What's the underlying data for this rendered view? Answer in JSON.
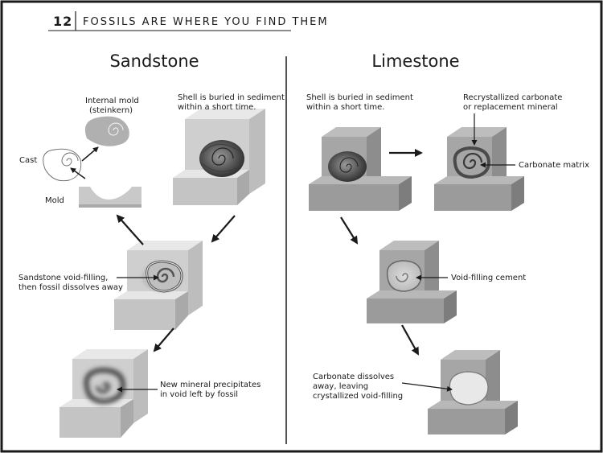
{
  "header": {
    "page_number": "12",
    "chapter_title": "FOSSILS ARE WHERE YOU FIND THEM"
  },
  "sandstone": {
    "title": "Sandstone",
    "buried_label": [
      "Shell is buried in sediment",
      "within a short time."
    ],
    "internal_mold_label": [
      "Internal mold",
      "(steinkern)"
    ],
    "cast_label": "Cast",
    "mold_label": "Mold",
    "void_filling_label": [
      "Sandstone void-filling,",
      "then fossil dissolves away"
    ],
    "new_mineral_label": [
      "New mineral precipitates",
      "in void left by fossil"
    ]
  },
  "limestone": {
    "title": "Limestone",
    "buried_label": [
      "Shell is buried in sediment",
      "within a short time."
    ],
    "recrystallized_label": [
      "Recrystallized carbonate",
      "or replacement mineral"
    ],
    "matrix_label": "Carbonate matrix",
    "cement_label": "Void-filling cement",
    "dissolves_label": [
      "Carbonate dissolves",
      "away, leaving",
      "crystallized void-filling"
    ]
  }
}
